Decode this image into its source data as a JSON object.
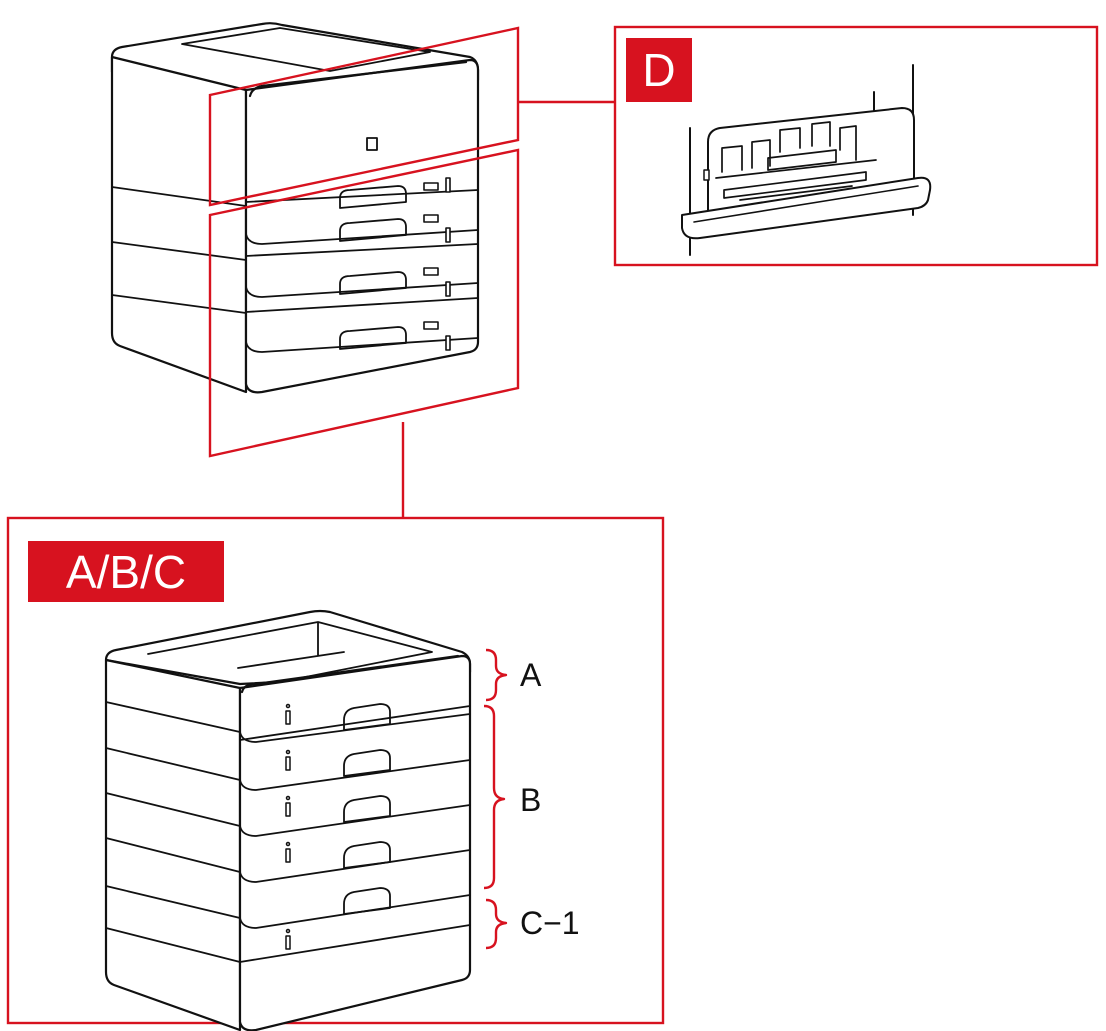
{
  "callouts": {
    "detail_d": {
      "badge": "D"
    },
    "detail_abc": {
      "badge": "A/B/C"
    }
  },
  "parts": [
    {
      "key": "a",
      "label": "A"
    },
    {
      "key": "b",
      "label": "B"
    },
    {
      "key": "c1",
      "label": "C−1"
    }
  ],
  "colors": {
    "accent": "#d7121f",
    "line": "#111111",
    "fill": "#ffffff"
  }
}
